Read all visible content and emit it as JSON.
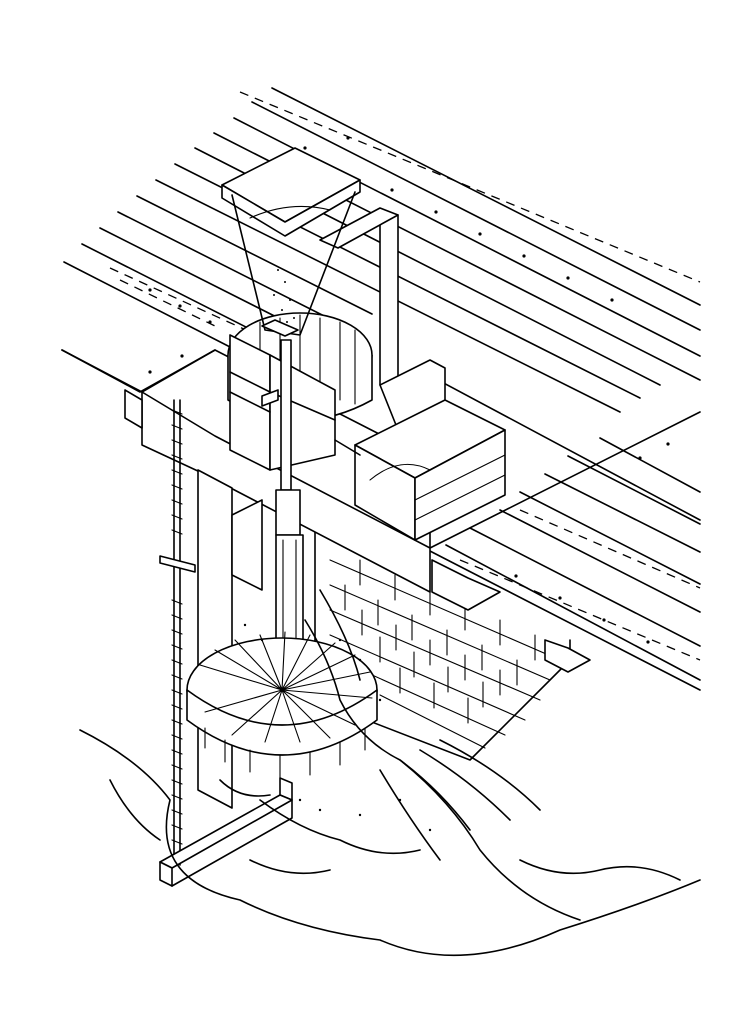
{
  "illustration": {
    "colors": {
      "line": "#000000",
      "background": "#ffffff"
    },
    "components": [
      "floor-planks",
      "grain-hopper",
      "hopper-frame",
      "millstone-case",
      "flour-bin",
      "drive-shaft",
      "horizontal-water-wheel",
      "stone-wall",
      "water-flow",
      "adjusting-rod",
      "bridge-tree-beam"
    ]
  }
}
